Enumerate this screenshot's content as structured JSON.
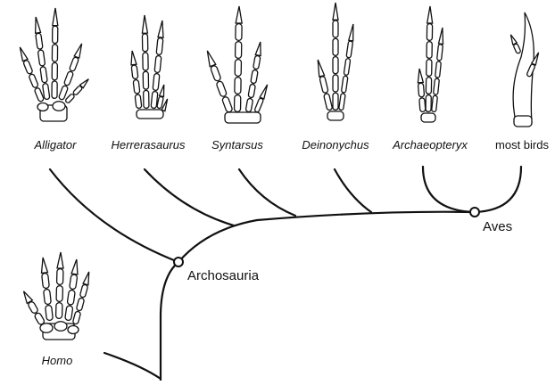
{
  "taxa": [
    {
      "id": "alligator",
      "label": "Alligator",
      "italic": true,
      "digits": 5
    },
    {
      "id": "herrerasaurus",
      "label": "Herrerasaurus",
      "italic": true,
      "digits": 5
    },
    {
      "id": "syntarsus",
      "label": "Syntarsus",
      "italic": true,
      "digits": 4
    },
    {
      "id": "deinonychus",
      "label": "Deinonychus",
      "italic": true,
      "digits": 3
    },
    {
      "id": "archaeopteryx",
      "label": "Archaeopteryx",
      "italic": true,
      "digits": 3
    },
    {
      "id": "most_birds",
      "label": "most birds",
      "italic": false,
      "digits": 2
    }
  ],
  "outgroup": {
    "id": "homo",
    "label": "Homo",
    "italic": true,
    "digits": 5
  },
  "clades": {
    "archosauria": "Archosauria",
    "aves": "Aves"
  },
  "colors": {
    "line": "#111111",
    "background": "#ffffff"
  }
}
